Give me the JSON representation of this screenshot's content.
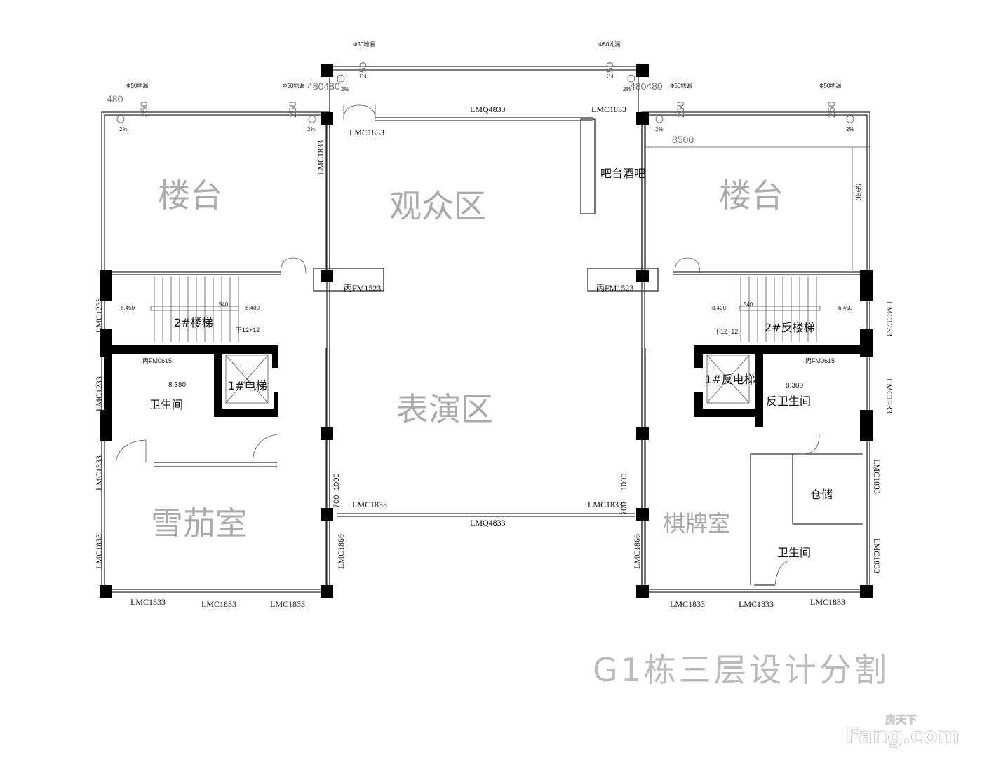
{
  "rooms": {
    "balcony_left": "楼台",
    "audience": "观众区",
    "balcony_right": "楼台",
    "bar": "吧台酒吧",
    "stage": "表演区",
    "cigar": "雪茄室",
    "chess": "棋牌室",
    "stair_left": "2#楼梯",
    "stair_right": "2#反楼梯",
    "elevator_left": "1#电梯",
    "elevator_right": "1#反电梯",
    "wc_left": "卫生间",
    "wc_right": "反卫生间",
    "storage": "仓储",
    "wc_chess": "卫生间"
  },
  "codes": {
    "lmc1833": "LMC1833",
    "lmq4833": "LMQ4833",
    "lmc1233": "LMC1233",
    "lmc1866": "LMC1866",
    "fm1523": "丙FM1523",
    "fm0615": "丙FM0615"
  },
  "annotations": {
    "floor_drain": "Φ50地漏",
    "slope": "2%",
    "d480": "480",
    "d250": "250",
    "d480480": "480480",
    "d8500": "8500",
    "d5990": "5990",
    "d1000": "1000",
    "d700": "700",
    "d540": "540",
    "elev_6450": "6.450",
    "elev_8400": "8.400",
    "elev_8380": "8.380",
    "stair_down": "下12+12"
  },
  "title": "G1栋三层设计分割",
  "watermark": {
    "cn": "房天下",
    "en": "Fang.com"
  }
}
